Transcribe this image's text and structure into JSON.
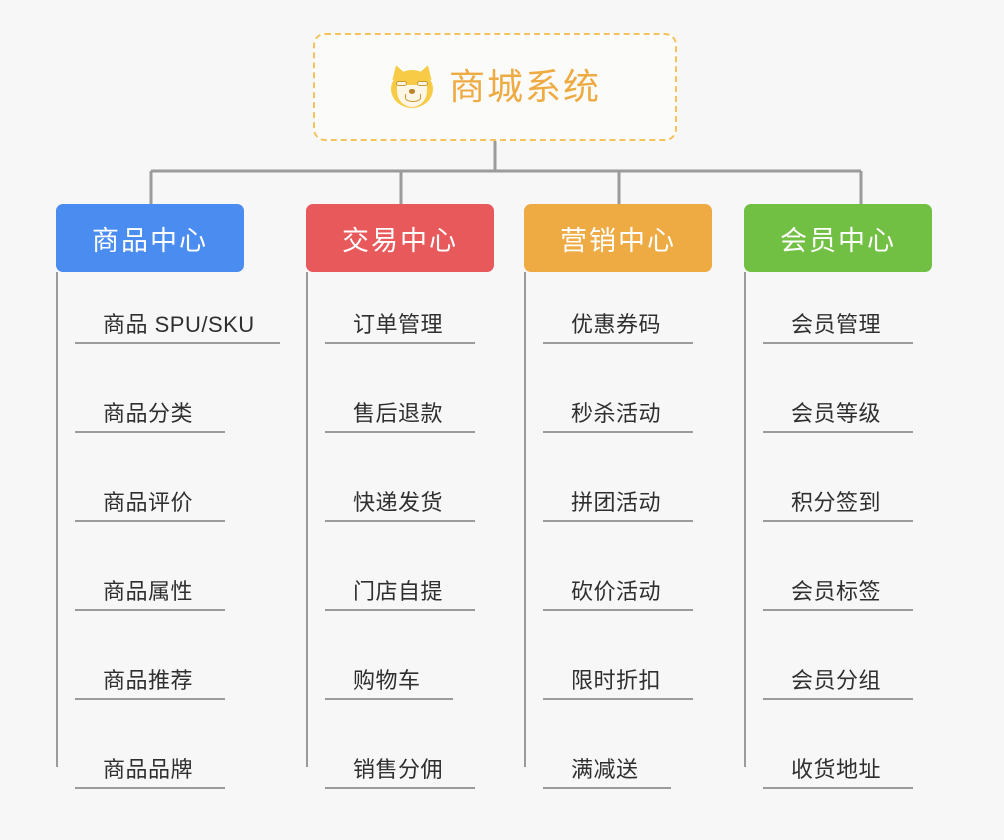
{
  "root": {
    "title": "商城系统",
    "icon": "shiba-dog-icon",
    "border_color": "#f3c35c",
    "text_color": "#eeab43",
    "background": "#fbfbfa"
  },
  "canvas": {
    "background": "#f7f7f7",
    "connector_color": "#9b9b9b"
  },
  "branches": [
    {
      "label": "商品中心",
      "color": "#4a8cf0",
      "items": [
        "商品 SPU/SKU",
        "商品分类",
        "商品评价",
        "商品属性",
        "商品推荐",
        "商品品牌"
      ]
    },
    {
      "label": "交易中心",
      "color": "#e8595c",
      "items": [
        "订单管理",
        "售后退款",
        "快递发货",
        "门店自提",
        "购物车",
        "销售分佣"
      ]
    },
    {
      "label": "营销中心",
      "color": "#eeab43",
      "items": [
        "优惠券码",
        "秒杀活动",
        "拼团活动",
        "砍价活动",
        "限时折扣",
        "满减送"
      ]
    },
    {
      "label": "会员中心",
      "color": "#72c043",
      "items": [
        "会员管理",
        "会员等级",
        "积分签到",
        "会员标签",
        "会员分组",
        "收货地址"
      ]
    }
  ]
}
